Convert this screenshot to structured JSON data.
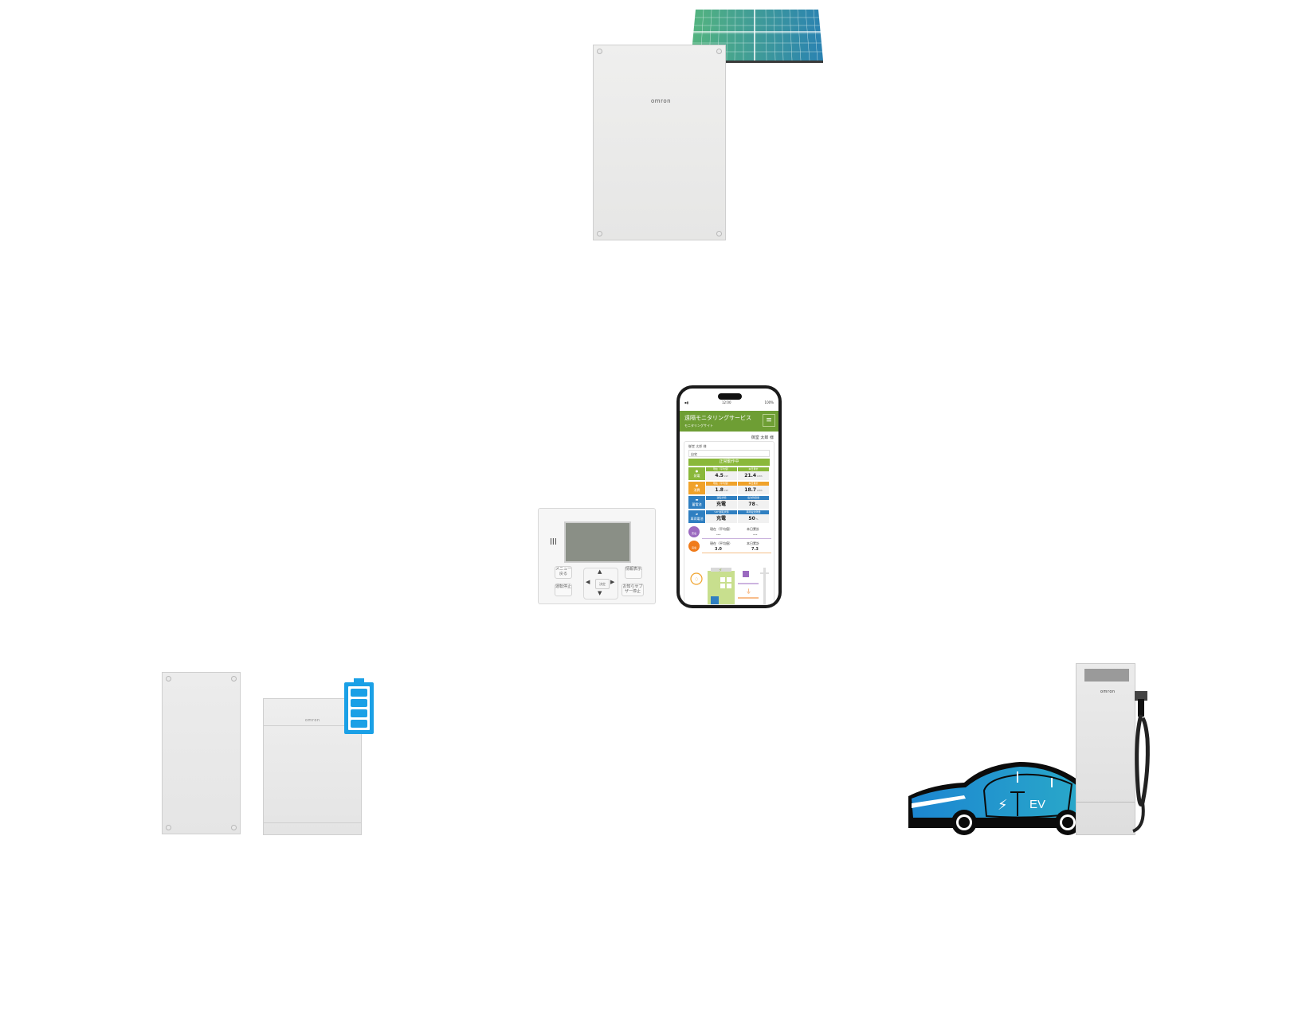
{
  "products": {
    "power_conditioner": {
      "name": "power-conditioner",
      "brand": "omron"
    },
    "solar_panel": {
      "name": "solar-panel",
      "colors": {
        "left": "#4fb07d",
        "right": "#2a84b0",
        "frame": "#3a3a3a"
      }
    },
    "remote_controller": {
      "buttons": {
        "menu_back": "メニュー戻る",
        "info_display": "情報表示",
        "run_stop": "運転停止",
        "ok": "決定",
        "settings_buzzer": "お知らせブザー停止"
      }
    },
    "smartphone": {
      "status_time": "12:00",
      "status_battery": "100%",
      "app_title": "遠隔モニタリングサービス",
      "app_subtitle": "モニタリングサイト",
      "user_greeting": "御堂 太郎 様",
      "card_user": "御堂 太郎 様",
      "card_site": "自宅",
      "status_banner": "正常動作中",
      "metrics": [
        {
          "label": "発電",
          "icon": "solar-icon",
          "color": "#8ab83a",
          "header1": "現在（平均値）",
          "value1": "4.5",
          "unit1": "kW",
          "header2": "本日累計",
          "value2": "21.4",
          "unit2": "kWh"
        },
        {
          "label": "消費",
          "icon": "bulb-icon",
          "color": "#f0a22a",
          "header1": "現在（平均値）",
          "value1": "1.8",
          "unit1": "kW",
          "header2": "本日累計",
          "value2": "18.7",
          "unit2": "kWh"
        },
        {
          "label": "蓄電池",
          "icon": "battery-icon",
          "color": "#2f7fc1",
          "header1": "運転状態",
          "value1": "充電",
          "unit1": "",
          "header2": "電池残容量",
          "value2": "78",
          "unit2": "%"
        },
        {
          "label": "車両電池",
          "icon": "car-icon",
          "color": "#2f7fc1",
          "header1": "V2H運転状態",
          "value1": "充電",
          "unit1": "",
          "header2": "車両電池残量",
          "value2": "50",
          "unit2": "%"
        }
      ],
      "flows": [
        {
          "label": "売電",
          "color": "#9b6ac0",
          "header1": "現在（平均値）",
          "value1": "---",
          "unit1": "kW",
          "header2": "本日累計",
          "value2": "---",
          "unit2": "kWh"
        },
        {
          "label": "買電",
          "color": "#f07b1a",
          "header1": "現在（平均値）",
          "value1": "3.0",
          "unit1": "kW",
          "header2": "本日累計",
          "value2": "7.3",
          "unit2": "kWh"
        }
      ]
    },
    "storage_battery": {
      "brand": "omron",
      "icon_color": "#1aa0e6",
      "charge_level_bars": 4
    },
    "ev": {
      "car_label": "EV",
      "car_color": "#1e8fd0",
      "charger_brand": "omron"
    }
  }
}
